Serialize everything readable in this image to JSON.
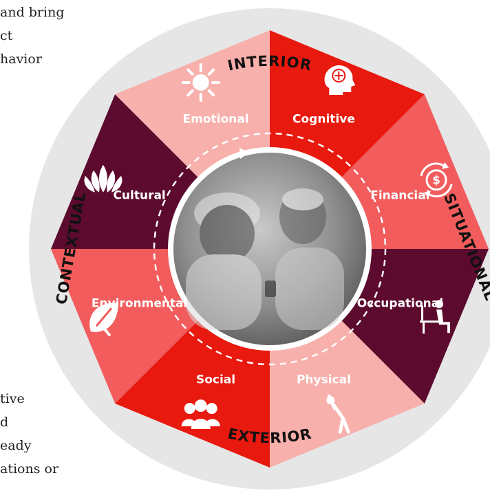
{
  "side_text": {
    "top": [
      "and bring",
      "ct",
      "havior"
    ],
    "bottom": [
      "tive",
      "d",
      "eady",
      "ations or"
    ]
  },
  "ring_labels": {
    "interior": "INTERIOR",
    "situational": "SITUATIONAL",
    "exterior": "EXTERIOR",
    "contextual": "CONTEXTUAL"
  },
  "segments": [
    {
      "label": "Cognitive",
      "icon": "brain-head-icon",
      "color": "#e8190f"
    },
    {
      "label": "Financial",
      "icon": "dollar-cycle-icon",
      "color": "#f25c5c"
    },
    {
      "label": "Occupational",
      "icon": "desk-worker-icon",
      "color": "#5c0a2e"
    },
    {
      "label": "Physical",
      "icon": "stretching-person-icon",
      "color": "#f7b0ac"
    },
    {
      "label": "Social",
      "icon": "people-group-icon",
      "color": "#e8190f"
    },
    {
      "label": "Environmental",
      "icon": "leaf-icon",
      "color": "#f25c5c"
    },
    {
      "label": "Cultural",
      "icon": "lotus-icon",
      "color": "#5c0a2e"
    },
    {
      "label": "Emotional",
      "icon": "sun-icon",
      "color": "#f7b0ac"
    }
  ],
  "colors": {
    "ring": "#e6e6e6",
    "photo": "#9a9a9a"
  }
}
